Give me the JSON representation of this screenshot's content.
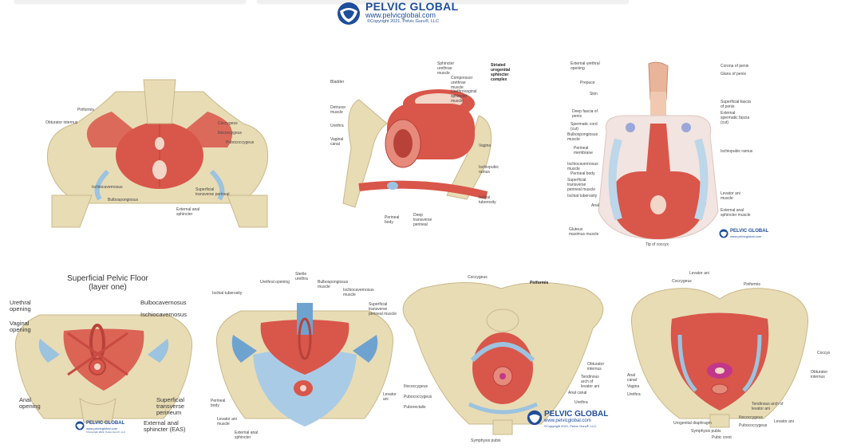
{
  "header": {
    "brand_title": "PELVIC GLOBAL",
    "brand_url": "www.pelvicglobal.com",
    "brand_copyright": "©Copyright 2021, Pelvic Guru®, LLC"
  },
  "colors": {
    "muscle": "#d9564a",
    "bone": "#e8dcb5",
    "fascia": "#9cc3df",
    "brand": "#1f4e9a"
  },
  "panels": {
    "p1": {
      "labels": [
        "Piriformis",
        "Obturator internus",
        "Coccygeus",
        "Iliococcygeus",
        "Pubococcygeus",
        "Ischiocavernosus",
        "Bulbospongiosus",
        "External anal sphincter",
        "Superficial transverse perineal"
      ]
    },
    "p2": {
      "labels": [
        "Sphincter urethrae muscle",
        "Compressor urethrae muscle",
        "Urethrovaginal sphincter muscle",
        "Bladder",
        "Detrusor muscle",
        "Urethra",
        "Vaginal canal",
        "Vagina",
        "Ischiopubic ramus",
        "Ischial tuberosity",
        "Perineal body",
        "Deep transverse perineal"
      ],
      "complex_label": "Striated urogenital sphincter complex"
    },
    "p3": {
      "labels": [
        "External urethral opening",
        "Corona of penis",
        "Glans of penis",
        "Prepuce",
        "Skin",
        "Superficial fascia of penis",
        "Deep fascia of penis",
        "External spermatic fascia (cut)",
        "Spermatic cord (cut)",
        "Bulbospongiosus muscle",
        "Ischiopubic ramus",
        "Perineal membrane",
        "Ischiocavernosus muscle",
        "Perineal body",
        "Superficial transverse perineal muscle",
        "Ischial tuberosity",
        "Anal",
        "Levator ani muscle",
        "External anal sphincter muscle",
        "Gluteus maximus muscle",
        "Tip of coccyx"
      ]
    },
    "p4": {
      "title_line1": "Superficial Pelvic Floor",
      "title_line2": "(layer one)",
      "labels": [
        "Urethral opening",
        "Vaginal opening",
        "Anal opening",
        "Bulbocavernosus",
        "Ischiocavernosus",
        "Superficial transverse perineum",
        "External anal sphincter (EAS)"
      ]
    },
    "p5": {
      "labels": [
        "Ischial tuberosity",
        "Urethral opening",
        "Sterile urethra",
        "Bulbospongiosus muscle",
        "Ischiocavernosus muscle",
        "Superficial transverse perineal muscle",
        "Perineal body",
        "Levator ani muscle",
        "External anal sphincter"
      ]
    },
    "p6": {
      "labels": [
        "Coccygeus",
        "Piriformis",
        "Obturator internus",
        "Iliococcygeus",
        "Pubococcygeus",
        "Puborectalis",
        "Tendinous arch of levator ani",
        "Anal canal",
        "Urethra",
        "Symphysis pubis"
      ],
      "group_label": "Levator ani"
    },
    "p7": {
      "labels": [
        "Levator ani",
        "Coccygeus",
        "Piriformis",
        "Coccyx",
        "Anal canal",
        "Vagina",
        "Urethra",
        "Obturator internus",
        "Tendinous arch of levator ani",
        "Iliococcygeus",
        "Pubococcygeus",
        "Urogenital diaphragm",
        "Symphysis pubis",
        "Pubic crest"
      ],
      "group_label": "Levator ani"
    }
  },
  "mini_logo": {
    "title": "PELVIC GLOBAL",
    "url": "www.pelvicglobal.com",
    "copyright": "©Copyright 2021, Pelvic Guru®, LLC"
  }
}
